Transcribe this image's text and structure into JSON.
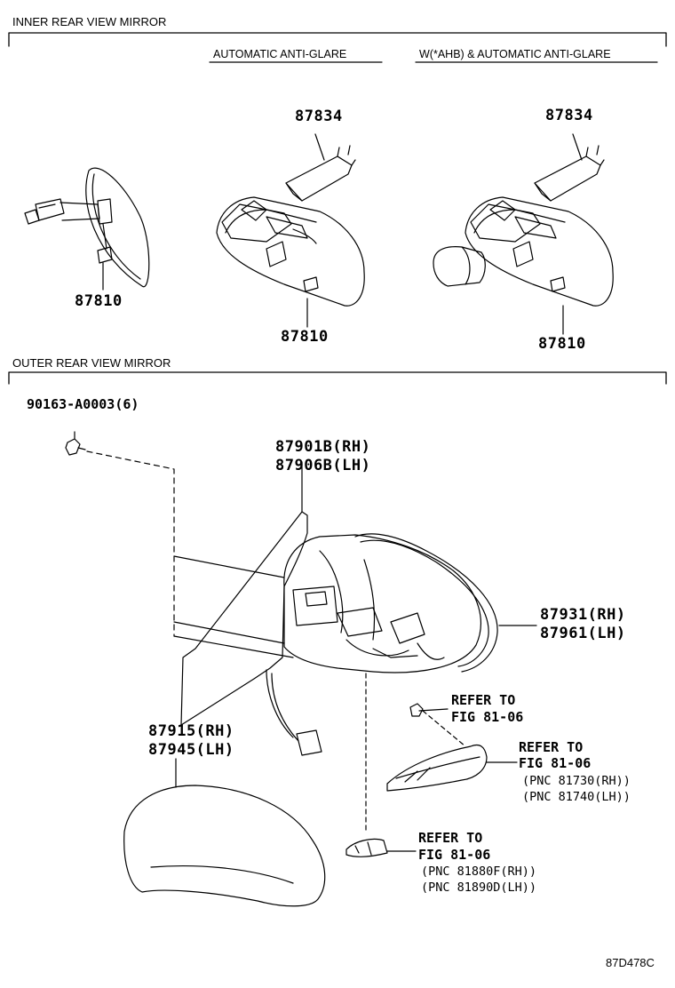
{
  "sections": {
    "inner": "INNER REAR VIEW MIRROR",
    "outer": "OUTER REAR VIEW MIRROR"
  },
  "subheaders": {
    "auto_antiglare": "AUTOMATIC ANTI-GLARE",
    "ahb_antiglare": "W(*AHB) & AUTOMATIC ANTI-GLARE"
  },
  "parts": {
    "inner_basic_mirror": "87810",
    "auto_cover": "87834",
    "auto_mirror": "87810",
    "ahb_cover": "87834",
    "ahb_mirror": "87810",
    "screw": "90163-A0003(6)",
    "mirror_assy_rh": "87901B(RH)",
    "mirror_assy_lh": "87906B(LH)",
    "visor_rh": "87931(RH)",
    "visor_lh": "87961(LH)",
    "cover_rh": "87915(RH)",
    "cover_lh": "87945(LH)"
  },
  "references": {
    "screw_ref": {
      "line1": "REFER TO",
      "line2": "FIG 81-06"
    },
    "turn_lamp_ref": {
      "line1": "REFER TO",
      "line2": "FIG 81-06",
      "pnc1": "(PNC 81730(RH))",
      "pnc2": "(PNC 81740(LH))"
    },
    "side_lamp_ref": {
      "line1": "REFER TO",
      "line2": "FIG 81-06",
      "pnc1": "(PNC 81880F(RH))",
      "pnc2": "(PNC 81890D(LH))"
    }
  },
  "figure_code": "87D478C"
}
